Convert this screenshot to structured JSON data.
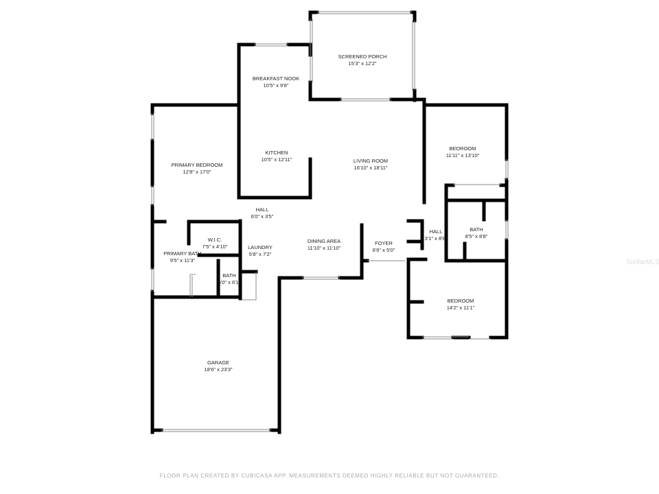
{
  "rooms": [
    {
      "name": "SCREENED PORCH",
      "dims": "15'3\" x 12'2\""
    },
    {
      "name": "BREAKFAST NOOK",
      "dims": "10'5\" x 9'8\""
    },
    {
      "name": "KITCHEN",
      "dims": "10'5\" x 12'11\""
    },
    {
      "name": "LIVING ROOM",
      "dims": "16'10\" x 18'11\""
    },
    {
      "name": "PRIMARY BEDROOM",
      "dims": "12'8\" x 17'0\""
    },
    {
      "name": "BEDROOM",
      "dims": "11'11\" x 13'10\""
    },
    {
      "name": "HALL",
      "dims": "6'0\" x 3'5\""
    },
    {
      "name": "W.I.C.",
      "dims": "7'5\" x 4'10\""
    },
    {
      "name": "PRIMARY BATH",
      "dims": "9'5\" x 11'3\""
    },
    {
      "name": "LAUNDRY",
      "dims": "5'8\" x 7'2\""
    },
    {
      "name": "BATH",
      "dims": "5'0\" x 6'1\""
    },
    {
      "name": "DINING AREA",
      "dims": "11'10\" x 11'10\""
    },
    {
      "name": "FOYER",
      "dims": "6'6\" x 5'0\""
    },
    {
      "name": "HALL",
      "dims": "3'1\" x 8'8\""
    },
    {
      "name": "BATH",
      "dims": "8'5\" x 8'8\""
    },
    {
      "name": "BEDROOM",
      "dims": "14'2\" x 11'1\""
    },
    {
      "name": "GARAGE",
      "dims": "18'6\" x 23'3\""
    }
  ],
  "watermark": "StellarMLS",
  "footer": "FLOOR PLAN CREATED BY CUBICASA APP. MEASUREMENTS DEEMED HIGHLY RELIABLE BUT NOT GUARANTEED."
}
